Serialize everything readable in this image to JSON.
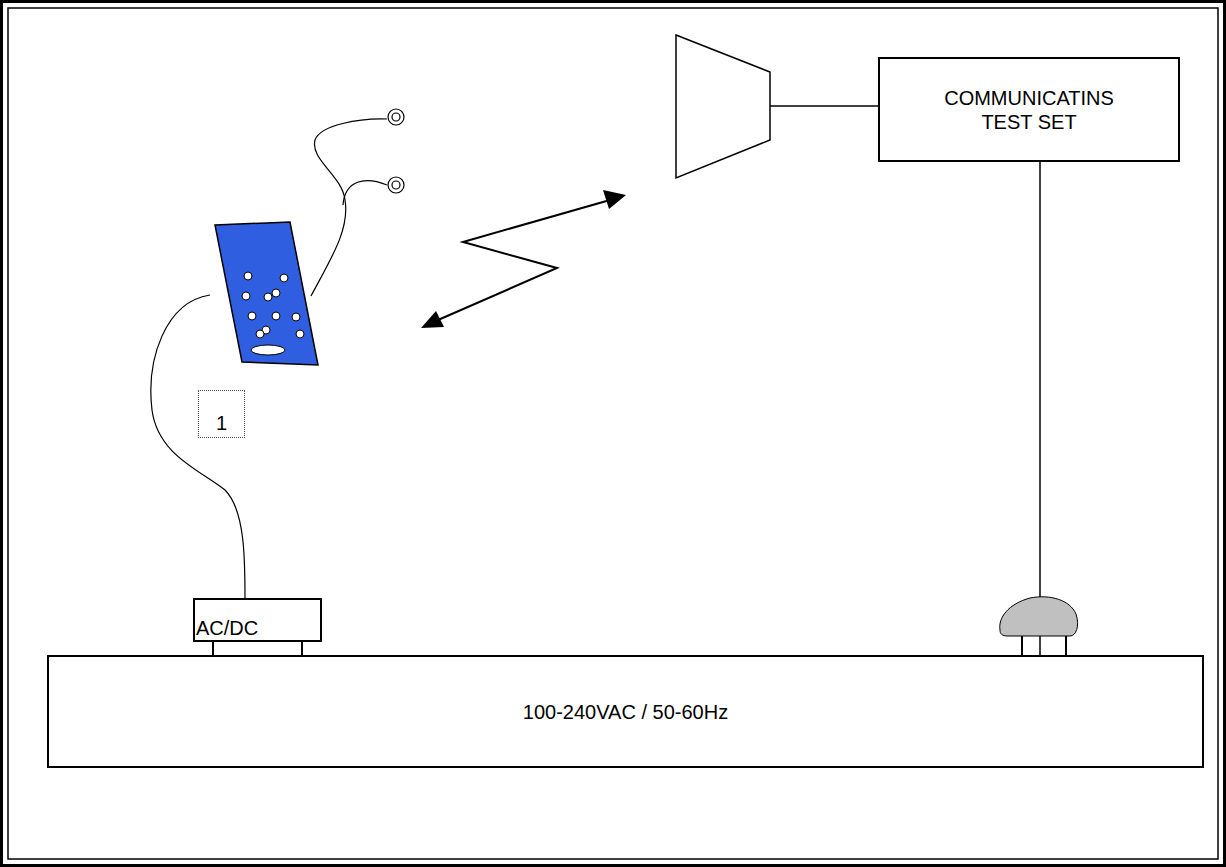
{
  "diagram": {
    "nodes": [
      {
        "text": [
          "COMMUNICATINS TEST SET"
        ]
      },
      {
        "text": [
          "AC/DC"
        ]
      },
      {
        "text": [
          "100-240VAC / 50-60Hz"
        ]
      }
    ],
    "edges": [
      {
        "from": 0,
        "to": 2,
        "arrow": "none"
      }
    ],
    "labels": [
      "1"
    ]
  }
}
